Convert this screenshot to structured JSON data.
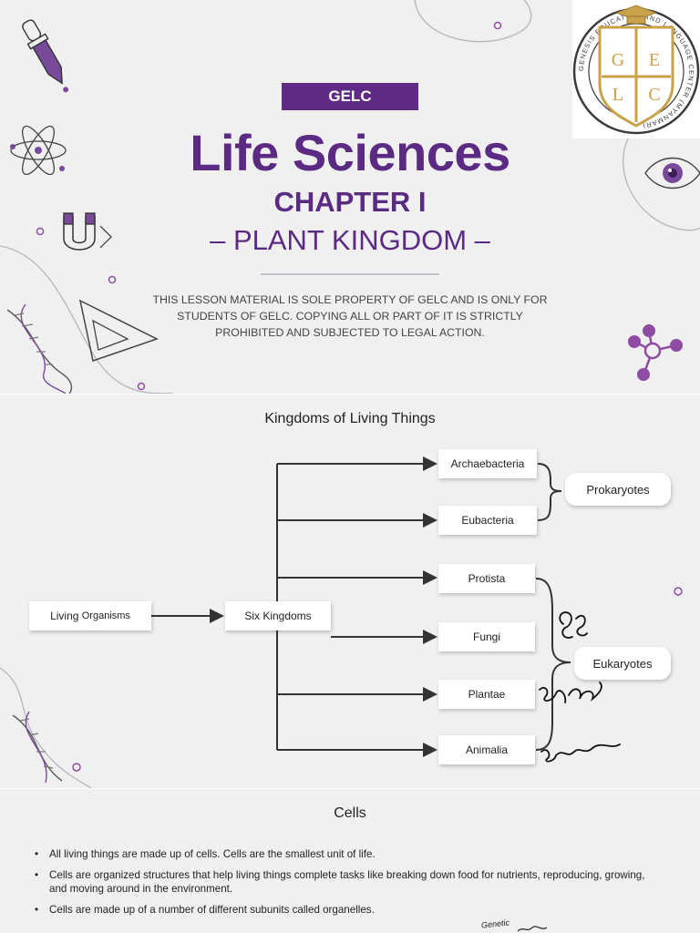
{
  "cover": {
    "badge": "GELC",
    "title": "Life Sciences",
    "chapter": "CHAPTER I",
    "subtitle": "– PLANT KINGDOM –",
    "notice_lines": [
      "THIS LESSON MATERIAL IS SOLE PROPERTY OF GELC AND IS ONLY FOR",
      "STUDENTS OF GELC. COPYING ALL OR PART OF IT IS STRICTLY",
      "PROHIBITED AND SUBJECTED TO LEGAL ACTION."
    ],
    "logo": {
      "letters": [
        "G",
        "E",
        "L",
        "C"
      ],
      "ring_text": "GENESIS EDUCATION AND LANGUAGE CENTER (MYANMAR)"
    },
    "colors": {
      "purple": "#5b2a83",
      "gold": "#c9a24a"
    },
    "icons": [
      "dropper-icon",
      "atom-icon",
      "magnet-icon",
      "dna-icon",
      "set-square-icon",
      "eye-icon",
      "molecule-icon"
    ]
  },
  "kingdoms": {
    "title": "Kingdoms of Living Things",
    "root": {
      "prefix": "Living ",
      "suffix": "Organisms"
    },
    "hub": "Six Kingdoms",
    "items": [
      "Archaebacteria",
      "Eubacteria",
      "Protista",
      "Fungi",
      "Plantae",
      "Animalia"
    ],
    "groups": [
      "Prokaryotes",
      "Eukaryotes"
    ]
  },
  "cells": {
    "title": "Cells",
    "bullets": [
      "All living things are made up of cells. Cells are the smallest unit of life.",
      "Cells are organized structures that help living things complete tasks like breaking down food for nutrients, reproducing, growing, and moving around in the environment.",
      "Cells are made up of a number of different subunits called organelles."
    ],
    "handwritten_note": "Genetic"
  }
}
